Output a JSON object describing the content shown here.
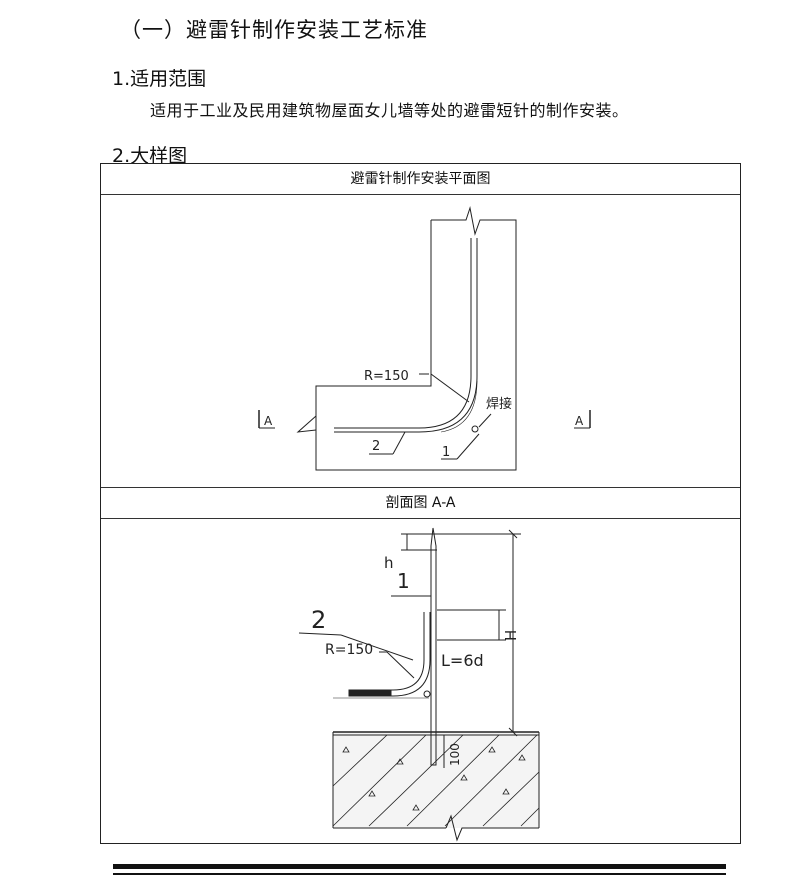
{
  "heading": "（一）避雷针制作安装工艺标准",
  "section1": {
    "title": "1.适用范围",
    "text": "适用于工业及民用建筑物屋面女儿墙等处的避雷短针的制作安装。"
  },
  "section2": {
    "title": "2.大样图"
  },
  "plan": {
    "caption": "避雷针制作安装平面图",
    "radius_label": "R=150",
    "weld_label": "焊接",
    "section_mark_left": "A",
    "section_mark_right": "A",
    "callout_1": "1",
    "callout_2": "2"
  },
  "section_view": {
    "caption": "剖面图 A-A",
    "h_label": "h",
    "callout_1": "1",
    "callout_2": "2",
    "radius_label": "R=150",
    "length_label": "L=6d",
    "H_label": "H",
    "depth_label": "100"
  }
}
